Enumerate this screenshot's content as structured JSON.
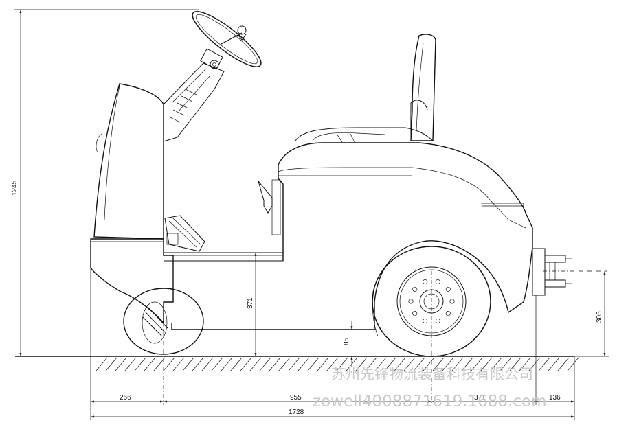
{
  "dimensions": {
    "overall_height": "1245",
    "step_height": "371",
    "ground_clearance": "85",
    "hitch_height": "305",
    "front_overhang": "266",
    "wheelbase_segment": "955",
    "rear_segment": "371",
    "rear_overhang": "136",
    "overall_length": "1728"
  },
  "watermark": {
    "company": "苏州先锋物流装备科技有限公司",
    "contact": "zowell4008871619.1688.com"
  },
  "colors": {
    "line": "#111111",
    "watermark": "#c9c9c9"
  }
}
